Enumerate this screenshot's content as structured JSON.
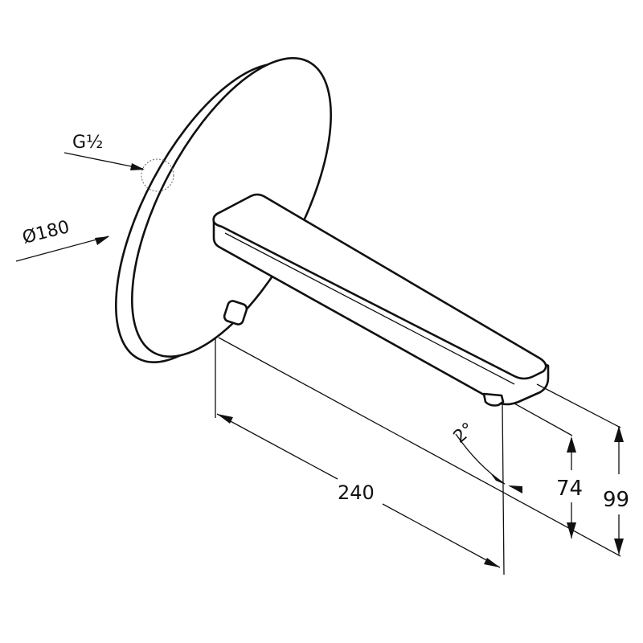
{
  "title": "Wall-mounted spout dimension drawing",
  "labels": {
    "thread": "G½",
    "diameter": "Ø180",
    "projection": "240",
    "angle": "2°",
    "height_outlet": "74",
    "height_total": "99"
  },
  "colors": {
    "line": "#111111",
    "background": "#ffffff"
  }
}
